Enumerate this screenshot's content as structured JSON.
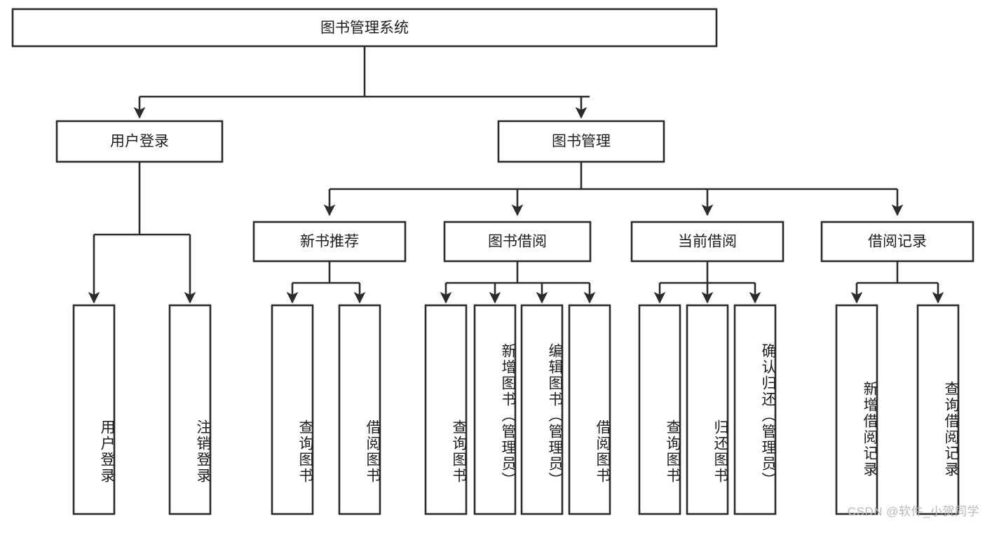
{
  "diagram": {
    "title": "图书管理系统",
    "type": "tree-hierarchy",
    "watermark": "CSDN @软件_小贺同学",
    "root": {
      "id": "root",
      "label": "图书管理系统"
    },
    "level2": [
      {
        "id": "user-login",
        "label": "用户登录"
      },
      {
        "id": "book-management",
        "label": "图书管理"
      }
    ],
    "level3": [
      {
        "id": "new-book-recommend",
        "label": "新书推荐",
        "parent": "book-management"
      },
      {
        "id": "book-borrow",
        "label": "图书借阅",
        "parent": "book-management"
      },
      {
        "id": "current-borrow",
        "label": "当前借阅",
        "parent": "book-management"
      },
      {
        "id": "borrow-record",
        "label": "借阅记录",
        "parent": "book-management"
      }
    ],
    "leaves": [
      {
        "id": "leaf-user-login",
        "label": "用户登录",
        "parent": "user-login"
      },
      {
        "id": "leaf-logout-login",
        "label": "注销登录",
        "parent": "user-login"
      },
      {
        "id": "leaf-query-book-1",
        "label": "查询图书",
        "parent": "new-book-recommend"
      },
      {
        "id": "leaf-borrow-book-1",
        "label": "借阅图书",
        "parent": "new-book-recommend"
      },
      {
        "id": "leaf-query-book-2",
        "label": "查询图书",
        "parent": "book-borrow"
      },
      {
        "id": "leaf-add-book",
        "label": "新增图书（管理员）",
        "parent": "book-borrow"
      },
      {
        "id": "leaf-edit-book",
        "label": "编辑图书（管理员）",
        "parent": "book-borrow"
      },
      {
        "id": "leaf-borrow-book-2",
        "label": "借阅图书",
        "parent": "book-borrow"
      },
      {
        "id": "leaf-query-book-3",
        "label": "查询图书",
        "parent": "current-borrow"
      },
      {
        "id": "leaf-return-book",
        "label": "归还图书",
        "parent": "current-borrow"
      },
      {
        "id": "leaf-confirm-return",
        "label": "确认归还（管理员）",
        "parent": "current-borrow"
      },
      {
        "id": "leaf-add-borrow-record",
        "label": "新增借阅记录",
        "parent": "borrow-record"
      },
      {
        "id": "leaf-query-borrow-record",
        "label": "查询借阅记录",
        "parent": "borrow-record"
      }
    ],
    "colors": {
      "stroke": "#2b2b2b",
      "fill": "#ffffff",
      "text": "#1d1d1d",
      "watermark": "#b9b9b9",
      "background": "#ffffff"
    }
  }
}
